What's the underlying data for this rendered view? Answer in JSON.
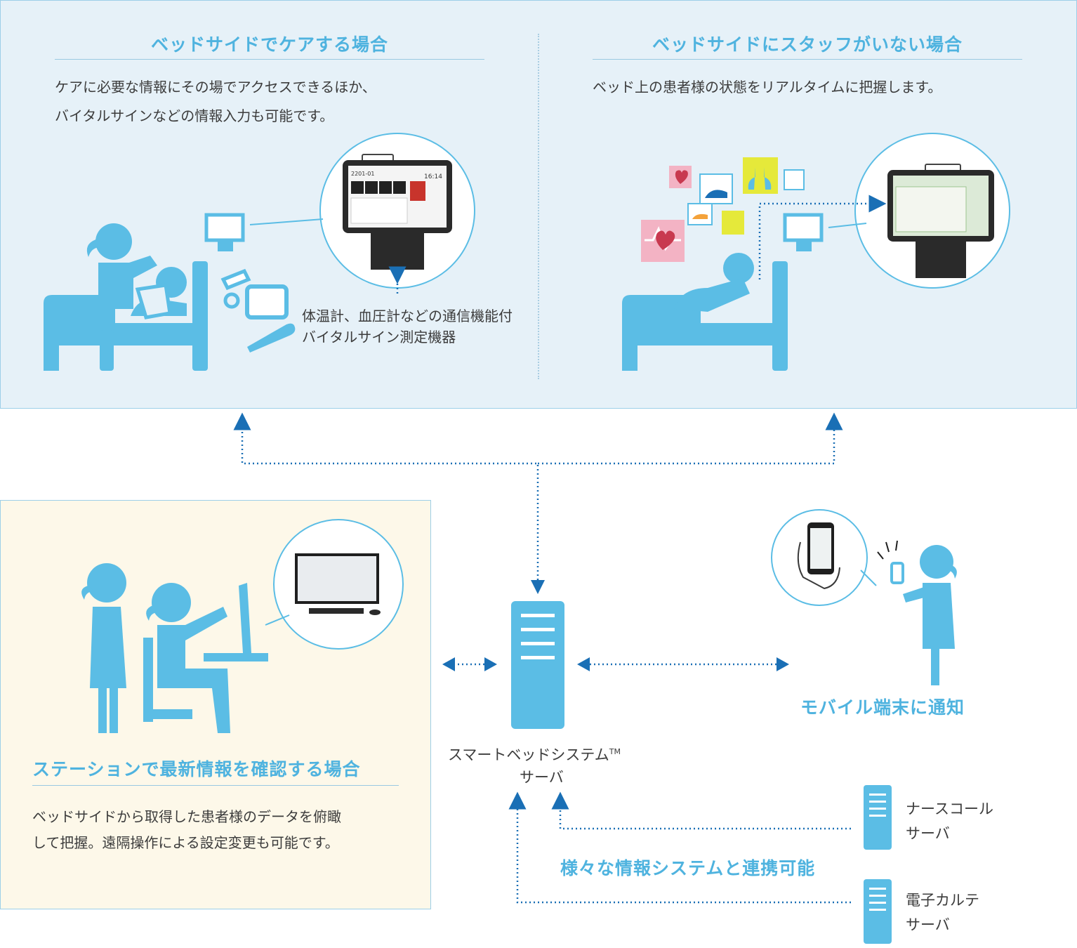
{
  "bedside_care": {
    "heading": "ベッドサイドでケアする場合",
    "line1": "ケアに必要な情報にその場でアクセスできるほか、",
    "line2": "バイタルサインなどの情報入力も可能です。",
    "device_caption_1": "体温計、血圧計などの通信機能付",
    "device_caption_2": "バイタルサイン測定機器"
  },
  "bedside_no_staff": {
    "heading": "ベッドサイドにスタッフがいない場合",
    "line1": "ベッド上の患者様の状態をリアルタイムに把握します。"
  },
  "station": {
    "heading": "ステーションで最新情報を確認する場合",
    "line1": "ベッドサイドから取得した患者様のデータを俯瞰",
    "line2": "して把握。遠隔操作による設定変更も可能です。"
  },
  "server": {
    "line1": "スマートベッドシステム",
    "tm": "TM",
    "line2": "サーバ"
  },
  "mobile": {
    "label": "モバイル端末に通知"
  },
  "integration": {
    "label": "様々な情報システムと連携可能"
  },
  "nurse_call_server": {
    "line1": "ナースコール",
    "line2": "サーバ"
  },
  "emr_server": {
    "line1": "電子カルテ",
    "line2": "サーバ"
  },
  "tablet_screen": {
    "room": "2201-01",
    "time": "16:14"
  },
  "colors": {
    "figure": "#5bbde5",
    "heading": "#4fb3df",
    "arrow": "#1a6fb5",
    "panel_top_bg": "#e6f1f8",
    "panel_station_bg": "#fdf8e9",
    "heart_bg": "#f3b3c4",
    "lung_bg": "#e5e93a"
  }
}
